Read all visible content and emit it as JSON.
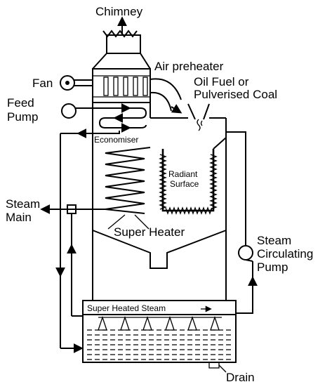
{
  "diagram": {
    "labels": {
      "chimney": "Chimney",
      "air_preheater": "Air preheater",
      "fan": "Fan",
      "oil_fuel_line1": "Oil Fuel or",
      "oil_fuel_line2": "Pulverised Coal",
      "feed_pump_line1": "Feed",
      "feed_pump_line2": "Pump",
      "economiser": "Economiser",
      "radiant_line1": "Radiant",
      "radiant_line2": "Surface",
      "steam_main_line1": "Steam",
      "steam_main_line2": "Main",
      "super_heater": "Super Heater",
      "steam_circ_line1": "Steam",
      "steam_circ_line2": "Circulating",
      "steam_circ_line3": "Pump",
      "super_heated_steam": "Super Heated Steam",
      "drain": "Drain"
    }
  }
}
